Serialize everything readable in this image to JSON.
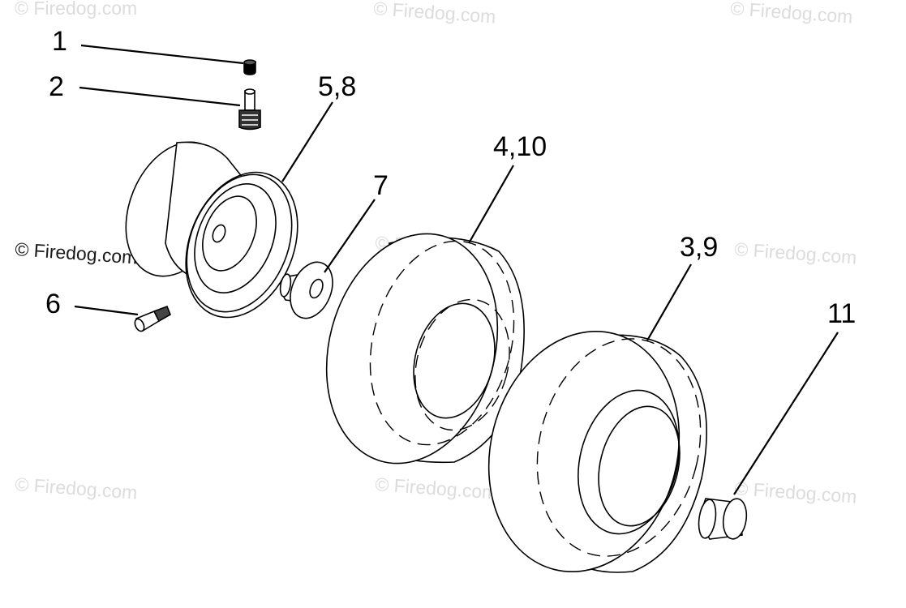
{
  "diagram": {
    "callouts": [
      {
        "id": "c1",
        "label": "1"
      },
      {
        "id": "c2",
        "label": "2"
      },
      {
        "id": "c58",
        "label": "5,8"
      },
      {
        "id": "c410",
        "label": "4,10"
      },
      {
        "id": "c7",
        "label": "7"
      },
      {
        "id": "c39",
        "label": "3,9"
      },
      {
        "id": "c6",
        "label": "6"
      },
      {
        "id": "c11",
        "label": "11"
      }
    ],
    "watermark": "© Firedog.com"
  },
  "colors": {
    "line": "#000000",
    "background": "#ffffff",
    "watermark": "#dcdcdc"
  }
}
